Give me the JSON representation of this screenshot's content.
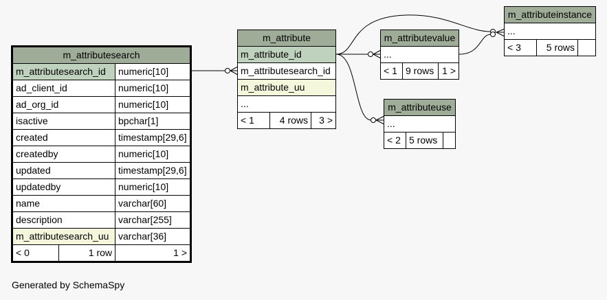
{
  "footer": "Generated by SchemaSpy",
  "tables": {
    "m_attributesearch": {
      "name": "m_attributesearch",
      "columns": [
        {
          "name": "m_attributesearch_id",
          "type": "numeric[10]"
        },
        {
          "name": "ad_client_id",
          "type": "numeric[10]"
        },
        {
          "name": "ad_org_id",
          "type": "numeric[10]"
        },
        {
          "name": "isactive",
          "type": "bpchar[1]"
        },
        {
          "name": "created",
          "type": "timestamp[29,6]"
        },
        {
          "name": "createdby",
          "type": "numeric[10]"
        },
        {
          "name": "updated",
          "type": "timestamp[29,6]"
        },
        {
          "name": "updatedby",
          "type": "numeric[10]"
        },
        {
          "name": "name",
          "type": "varchar[60]"
        },
        {
          "name": "description",
          "type": "varchar[255]"
        },
        {
          "name": "m_attributesearch_uu",
          "type": "varchar[36]"
        }
      ],
      "footer": {
        "parents": "< 0",
        "rows": "1 row",
        "children": "1 >"
      }
    },
    "m_attribute": {
      "name": "m_attribute",
      "columns": [
        "m_attribute_id",
        "m_attributesearch_id",
        "m_attribute_uu",
        "..."
      ],
      "footer": {
        "parents": "< 1",
        "rows": "4 rows",
        "children": "3 >"
      }
    },
    "m_attributevalue": {
      "name": "m_attributevalue",
      "columns": [
        "..."
      ],
      "footer": {
        "parents": "< 1",
        "rows": "9 rows",
        "children": "1 >"
      }
    },
    "m_attributeinstance": {
      "name": "m_attributeinstance",
      "columns": [
        "..."
      ],
      "footer": {
        "parents": "< 3",
        "rows": "5 rows",
        "children": ""
      }
    },
    "m_attributeuse": {
      "name": "m_attributeuse",
      "columns": [
        "..."
      ],
      "footer": {
        "parents": "< 2",
        "rows": "5 rows",
        "children": ""
      }
    }
  }
}
